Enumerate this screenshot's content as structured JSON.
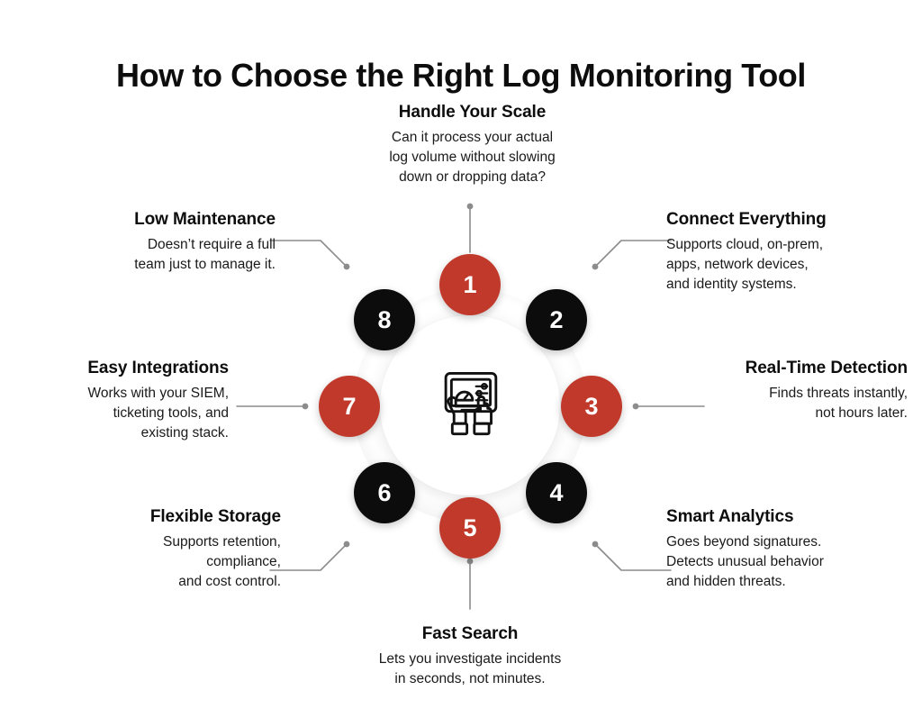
{
  "header": {
    "title": "How to Choose the Right Log Monitoring Tool"
  },
  "theme": {
    "accent_red": "#C0392B",
    "node_black": "#0c0c0c",
    "connector_gray": "#8c8c8c",
    "background": "#ffffff",
    "text": "#111111"
  },
  "hub": {
    "icon": "dashboard-tablet-hands-icon",
    "icon_description": "Two hands holding a tablet displaying a gauge and slider controls"
  },
  "items": [
    {
      "number": "1",
      "color": "red",
      "title": "Handle Your Scale",
      "body": "Can it process your actual\nlog volume without slowing\ndown or dropping data?",
      "align": "center",
      "position": "top"
    },
    {
      "number": "2",
      "color": "black",
      "title": "Connect Everything",
      "body": "Supports cloud, on-prem,\napps, network devices,\nand identity systems.",
      "align": "left",
      "position": "top-right"
    },
    {
      "number": "3",
      "color": "red",
      "title": "Real-Time Detection",
      "body": "Finds threats instantly,\nnot hours later.",
      "align": "right",
      "position": "right"
    },
    {
      "number": "4",
      "color": "black",
      "title": "Smart Analytics",
      "body": "Goes beyond signatures.\nDetects unusual behavior\nand hidden threats.",
      "align": "left",
      "position": "bottom-right"
    },
    {
      "number": "5",
      "color": "red",
      "title": "Fast Search",
      "body": "Lets you investigate incidents\nin seconds, not minutes.",
      "align": "center",
      "position": "bottom"
    },
    {
      "number": "6",
      "color": "black",
      "title": "Flexible Storage",
      "body": "Supports retention,\ncompliance,\nand cost control.",
      "align": "right",
      "position": "bottom-left"
    },
    {
      "number": "7",
      "color": "red",
      "title": "Easy Integrations",
      "body": "Works with your SIEM,\nticketing tools, and\nexisting stack.",
      "align": "right",
      "position": "left"
    },
    {
      "number": "8",
      "color": "black",
      "title": "Low Maintenance",
      "body": "Doesn’t require a full\nteam just to manage it.",
      "align": "right",
      "position": "top-left"
    }
  ]
}
